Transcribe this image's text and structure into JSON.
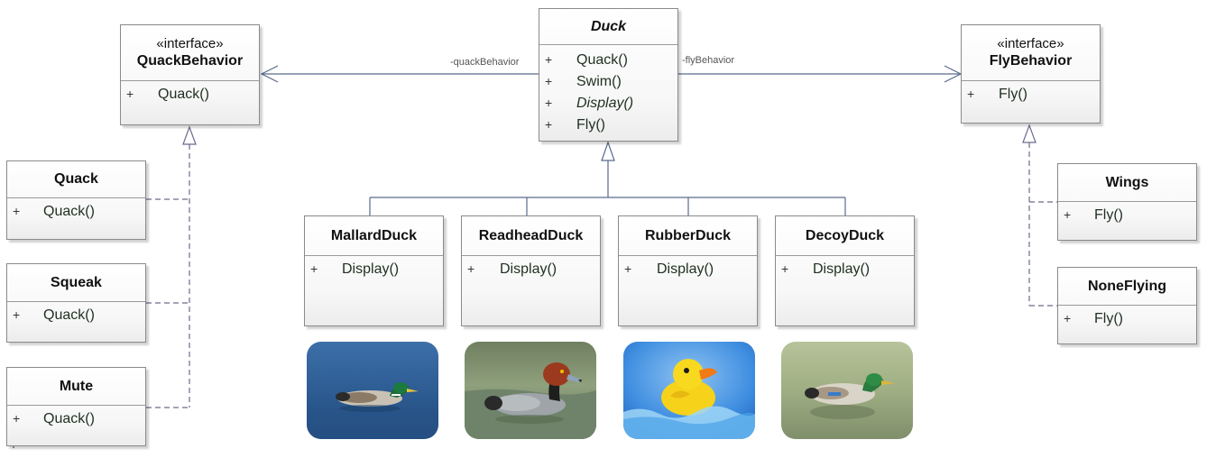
{
  "duck": {
    "name": "Duck",
    "operations": [
      {
        "vis": "+",
        "name": "Quack()"
      },
      {
        "vis": "+",
        "name": "Swim()"
      },
      {
        "vis": "+",
        "name": "Display()"
      },
      {
        "vis": "+",
        "name": "Fly()"
      }
    ]
  },
  "quack_behavior": {
    "stereotype": "«interface»",
    "name": "QuackBehavior",
    "operations": [
      {
        "vis": "+",
        "name": "Quack()"
      }
    ]
  },
  "fly_behavior": {
    "stereotype": "«interface»",
    "name": "FlyBehavior",
    "operations": [
      {
        "vis": "+",
        "name": "Fly()"
      }
    ]
  },
  "associations": {
    "quack_role": "-quackBehavior",
    "fly_role": "-flyBehavior"
  },
  "quack_impls": [
    {
      "name": "Quack",
      "operations": [
        {
          "vis": "+",
          "name": "Quack()"
        }
      ]
    },
    {
      "name": "Squeak",
      "operations": [
        {
          "vis": "+",
          "name": "Quack()"
        }
      ]
    },
    {
      "name": "Mute",
      "operations": [
        {
          "vis": "+",
          "name": "Quack()"
        }
      ]
    }
  ],
  "fly_impls": [
    {
      "name": "Wings",
      "operations": [
        {
          "vis": "+",
          "name": "Fly()"
        }
      ]
    },
    {
      "name": "NoneFlying",
      "operations": [
        {
          "vis": "+",
          "name": "Fly()"
        }
      ]
    }
  ],
  "duck_subclasses": [
    {
      "name": "MallardDuck",
      "operations": [
        {
          "vis": "+",
          "name": "Display()"
        }
      ]
    },
    {
      "name": "ReadheadDuck",
      "operations": [
        {
          "vis": "+",
          "name": "Display()"
        }
      ]
    },
    {
      "name": "RubberDuck",
      "operations": [
        {
          "vis": "+",
          "name": "Display()"
        }
      ]
    },
    {
      "name": "DecoyDuck",
      "operations": [
        {
          "vis": "+",
          "name": "Display()"
        }
      ]
    }
  ],
  "photos": [
    {
      "icon": "mallard-duck-photo"
    },
    {
      "icon": "redhead-duck-photo"
    },
    {
      "icon": "rubber-duck-photo"
    },
    {
      "icon": "decoy-duck-photo"
    }
  ],
  "colors": {
    "line": "#5a6b8c",
    "dashed": "#6b6b8c"
  }
}
